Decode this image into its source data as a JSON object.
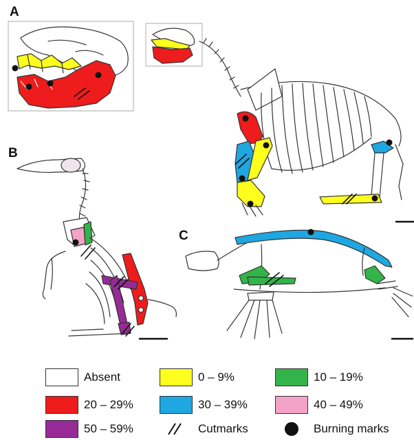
{
  "panels": {
    "a": "A",
    "b": "B",
    "c": "C"
  },
  "colors": {
    "absent": "#ffffff",
    "yellow": "#ffff1e",
    "green": "#33b44a",
    "red": "#ee1c1c",
    "blue": "#1ea7e0",
    "pink": "#f4a3c8",
    "purple": "#962b97",
    "bone_outline": "#333333"
  },
  "legend": {
    "absent": "Absent",
    "range_0_9": "0 – 9%",
    "range_10_19": "10 – 19%",
    "range_20_29": "20 – 29%",
    "range_30_39": "30 – 39%",
    "range_40_49": "40 – 49%",
    "range_50_59": "50 – 59%",
    "cutmarks": "Cutmarks",
    "burning": "Burning marks"
  },
  "icons": {
    "cutmarks": "double-slash-icon",
    "burning": "black-dot-icon"
  }
}
